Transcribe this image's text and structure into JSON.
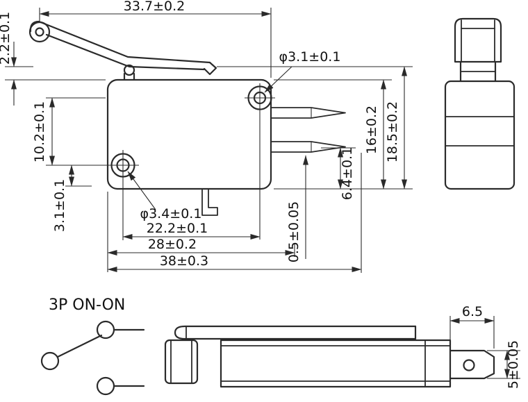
{
  "drawing": {
    "background_color": "#ffffff",
    "line_color": "#2a2a2a",
    "schematic_label": "3P ON-ON",
    "front_view": {
      "dim_lever_length": "33.7±0.2",
      "dim_lever_height": "2.2±0.1",
      "dim_hole_top_diameter": "φ3.1±0.1",
      "dim_hole_vertical_spacing": "10.2±0.1",
      "dim_hole_edge_offset": "3.1±0.1",
      "dim_hole_bottom_diameter": "φ3.4±0.1",
      "dim_hole_horizontal_spacing": "22.2±0.1",
      "dim_body_length": "28±0.2",
      "dim_overall_length": "38±0.3",
      "dim_terminal_thickness": "0.5±0.05",
      "dim_terminal_position": "6.4±0.1",
      "dim_body_height": "16±0.2",
      "dim_overall_height": "18.5±0.2"
    },
    "bottom_view": {
      "dim_terminal_length": "6.5",
      "dim_terminal_width": "5±0.05"
    }
  }
}
